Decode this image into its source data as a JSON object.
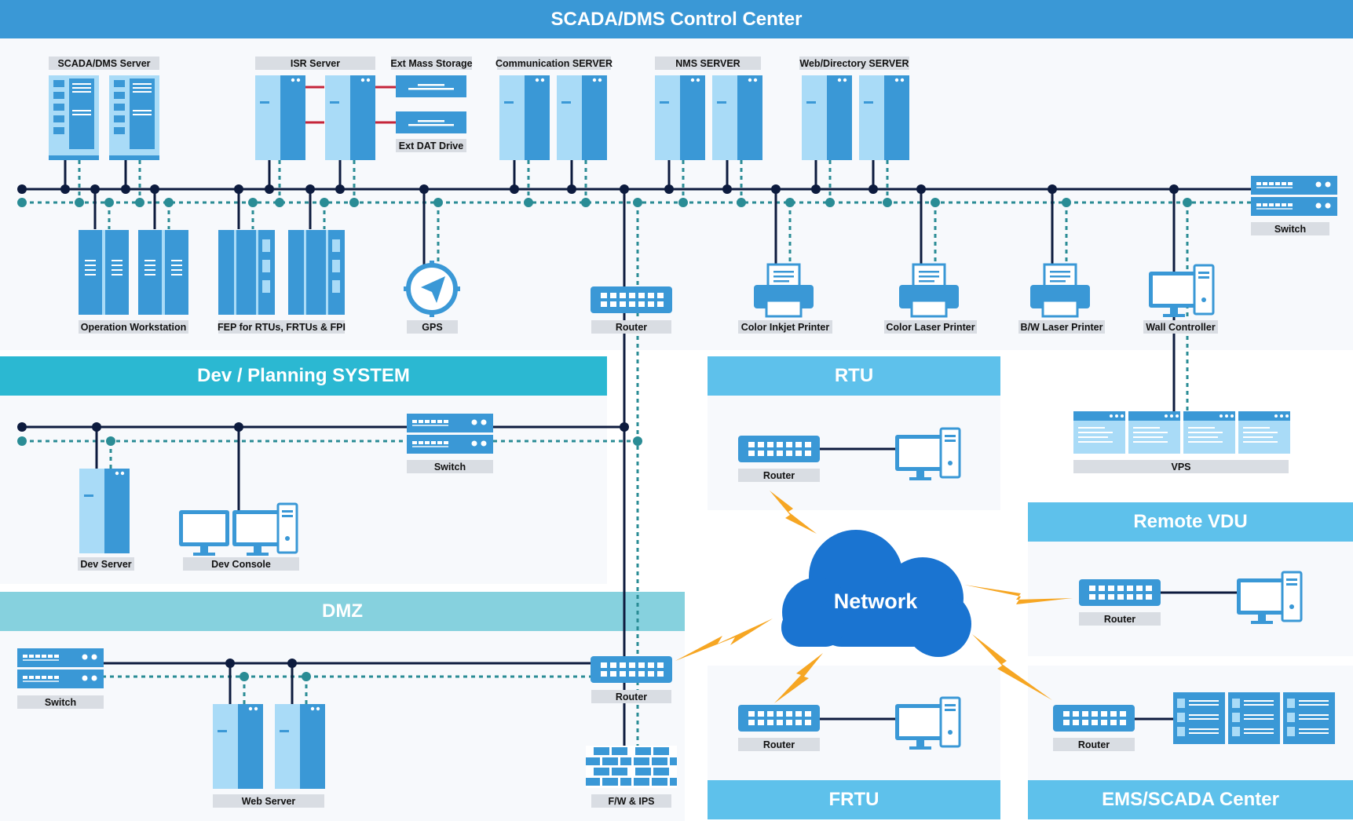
{
  "sections": {
    "control_center": "SCADA/DMS Control Center",
    "dev_planning": "Dev / Planning SYSTEM",
    "dmz": "DMZ",
    "rtu": "RTU",
    "frtu": "FRTU",
    "remote_vdu": "Remote VDU",
    "ems_scada": "EMS/SCADA Center"
  },
  "labels": {
    "scada_dms_server": "SCADA/DMS Server",
    "isr_server": "ISR Server",
    "ext_mass_storage": "Ext Mass Storage",
    "ext_dat_drive": "Ext DAT Drive",
    "communication_server": "Communication SERVER",
    "nms_server": "NMS SERVER",
    "web_directory_server": "Web/Directory SERVER",
    "switch": "Switch",
    "operation_workstation": "Operation Workstation",
    "fep": "FEP for RTUs, FRTUs & FPI",
    "gps": "GPS",
    "router": "Router",
    "color_inkjet_printer": "Color Inkjet Printer",
    "color_laser_printer": "Color Laser Printer",
    "bw_laser_printer": "B/W Laser Printer",
    "wall_controller": "Wall Controller",
    "vps": "VPS",
    "dev_server": "Dev Server",
    "dev_console": "Dev Console",
    "web_server": "Web Server",
    "fw_ips": "F/W & IPS"
  },
  "network": {
    "label": "Network"
  },
  "colors": {
    "header_blue": "#3a98d6",
    "dev_teal": "#2bb8d2",
    "dmz_teal": "#86d1de",
    "light_blue": "#5ec1eb",
    "device_blue": "#3a98d6",
    "device_light": "#a9dbf7",
    "cloud_blue": "#1a74d1",
    "bus_navy": "#0d1b3e",
    "bus_teal": "#2a8c95",
    "bolt_orange": "#f6a623",
    "label_gray": "#d9dde3"
  }
}
